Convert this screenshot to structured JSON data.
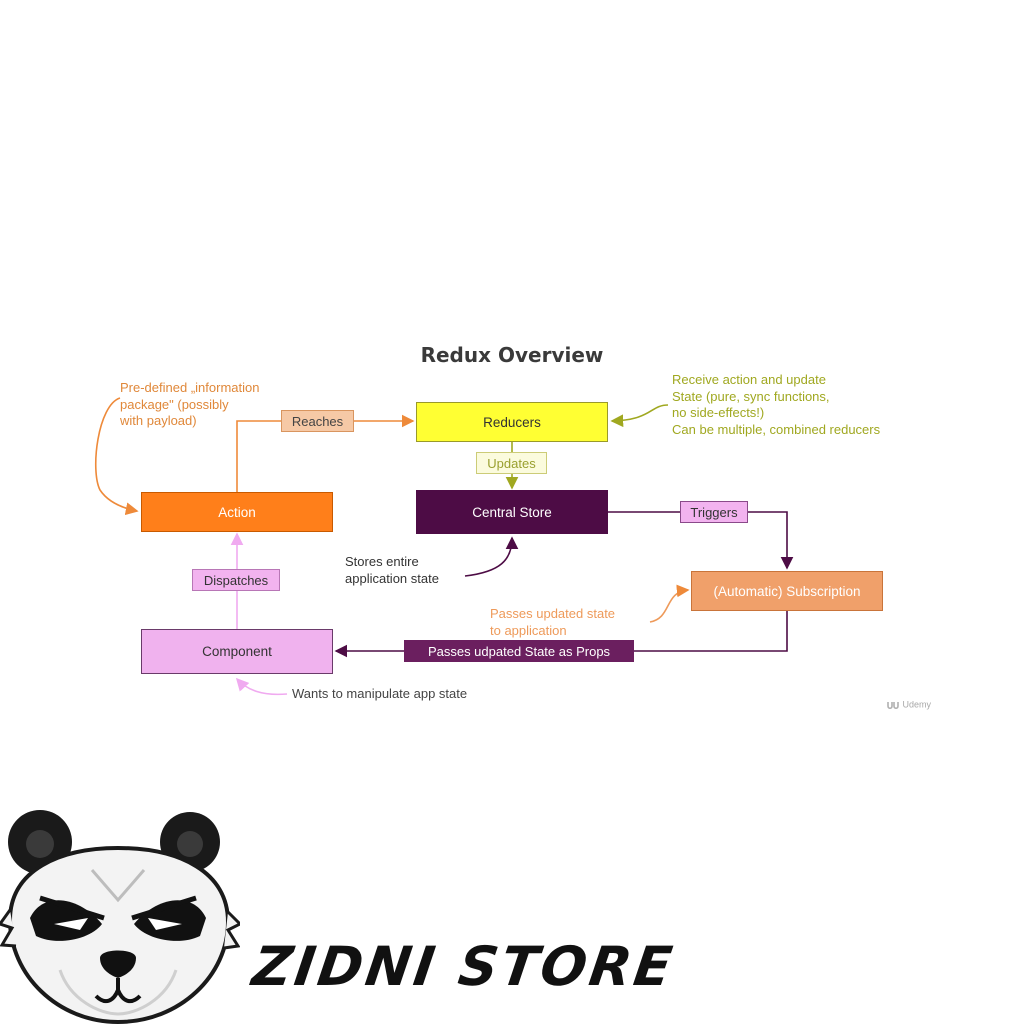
{
  "diagram": {
    "title": "Redux Overview",
    "nodes": {
      "reducers": "Reducers",
      "central_store": "Central Store",
      "action": "Action",
      "subscription": "(Automatic) Subscription",
      "component": "Component"
    },
    "edges": {
      "reaches": "Reaches",
      "updates": "Updates",
      "triggers": "Triggers",
      "dispatches": "Dispatches",
      "passes_props": "Passes udpated State as Props"
    },
    "notes": {
      "action": "Pre-defined „information\npackage\" (possibly\nwith payload)",
      "reducers": "Receive action and update\nState (pure, sync functions,\nno side-effects!)\nCan be multiple, combined reducers",
      "store": "Stores entire\napplication state",
      "subscription": "Passes updated state\nto application",
      "component": "Wants to manipulate app state"
    },
    "watermark": "Udemy"
  },
  "brand": {
    "name": "ZIDNI STORE",
    "logo_icon": "panda-head-icon"
  },
  "colors": {
    "action": "#ff7f1a",
    "reducers": "#ffff33",
    "store": "#4d0c45",
    "subscription": "#f0a06a",
    "component": "#f0b2ee",
    "reducer_note": "#a0a820",
    "action_note": "#e0883a",
    "subscription_note": "#ee9a5a",
    "component_note": "#f0aaf0"
  }
}
